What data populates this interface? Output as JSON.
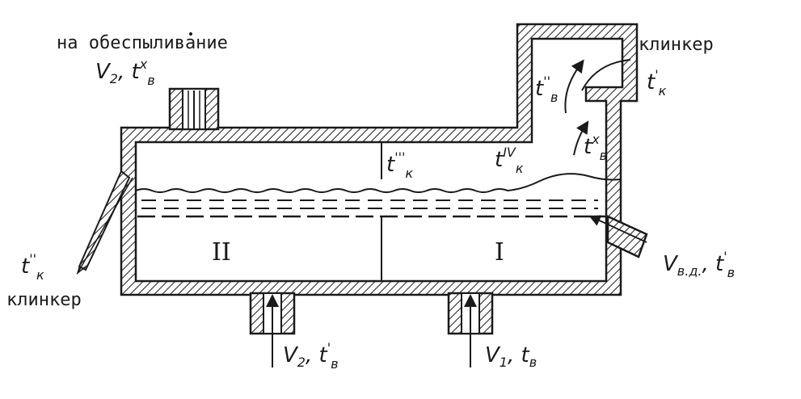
{
  "labels": {
    "top_note": "на обеспыливание",
    "top_flow": "V",
    "top_flow_sub": "2",
    "top_temp": "t",
    "top_temp_sup": "x",
    "top_temp_sub": "в",
    "clinker_in": "клинкер",
    "tv_double": "t",
    "tv_double_sup": "''",
    "tv_double_sub": "в",
    "tk_prime": "t",
    "tk_prime_sup": "'",
    "tk_prime_sub": "к",
    "tv_x": "t",
    "tv_x_sup": "x",
    "tv_x_sub": "в",
    "tk_triple": "t",
    "tk_triple_sup": "'''",
    "tk_triple_sub": "к",
    "tk_iv": "t",
    "tk_iv_sup": "IV",
    "tk_iv_sub": "к",
    "tk_out": "t",
    "tk_out_sup": "''",
    "tk_out_sub": "к",
    "clinker_out": "клинкер",
    "zone_2": "II",
    "zone_1": "I",
    "side_flow": "V",
    "side_flow_sub": "в.д.",
    "side_temp": "t",
    "side_temp_sup": "'",
    "side_temp_sub": "в",
    "bottom_left_flow": "V",
    "bottom_left_flow_sub": "2",
    "bottom_left_temp": "t",
    "bottom_left_temp_sup": "'",
    "bottom_left_temp_sub": "в",
    "bottom_right_flow": "V",
    "bottom_right_flow_sub": "1",
    "bottom_right_temp": "t",
    "bottom_right_temp_sub": "в"
  }
}
